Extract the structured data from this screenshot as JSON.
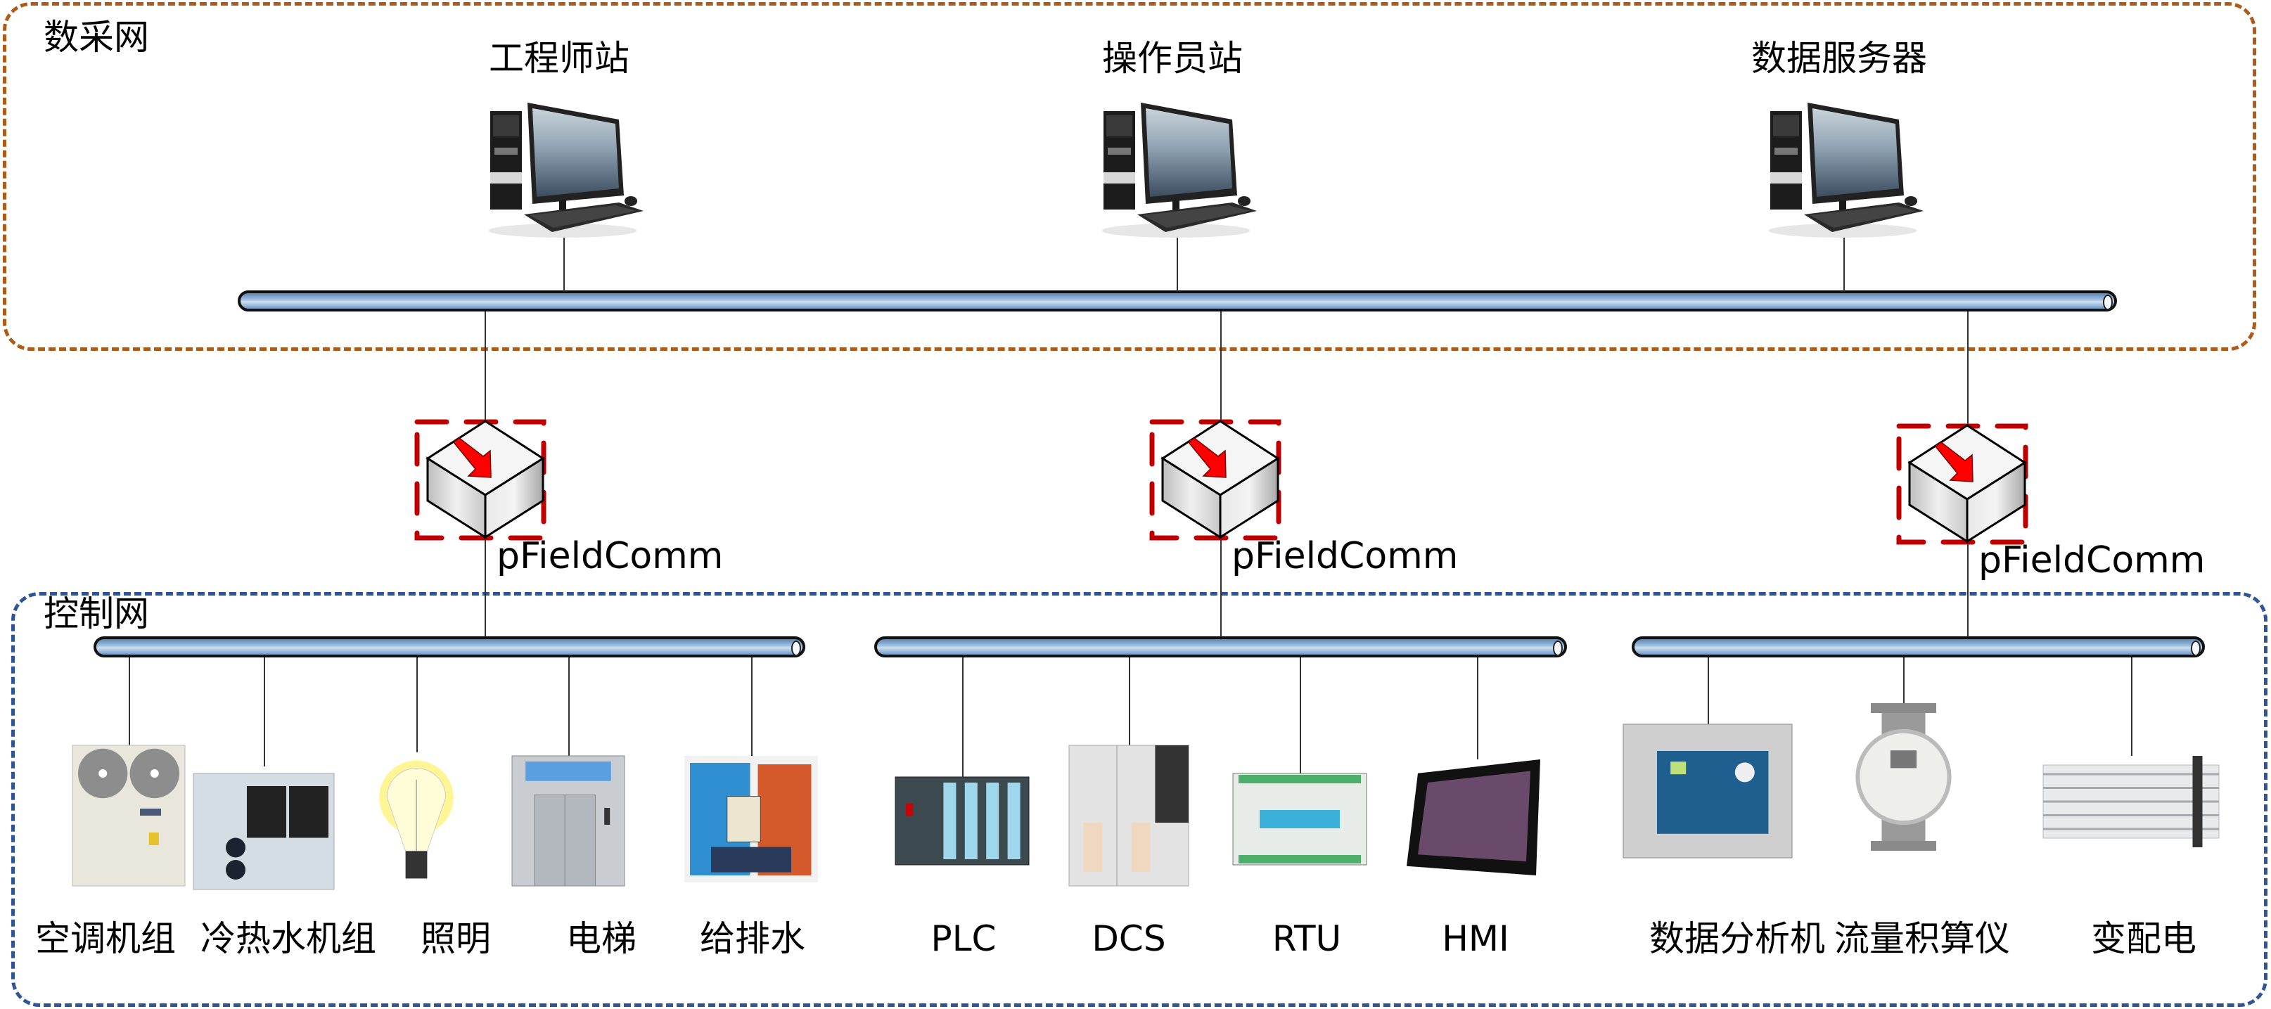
{
  "zones": {
    "data_network": {
      "label": "数采网",
      "border_color": "#b05a18"
    },
    "control_network": {
      "label": "控制网",
      "border_color": "#2f5597"
    }
  },
  "workstations": [
    {
      "label": "工程师站",
      "icon": "desktop-computer-icon"
    },
    {
      "label": "操作员站",
      "icon": "desktop-computer-icon"
    },
    {
      "label": "数据服务器",
      "icon": "desktop-computer-icon"
    }
  ],
  "gateways": [
    {
      "label": "pFieldComm",
      "icon": "gateway-switch-icon",
      "highlight_color": "#c00000"
    },
    {
      "label": "pFieldComm",
      "icon": "gateway-switch-icon",
      "highlight_color": "#c00000"
    },
    {
      "label": "pFieldComm",
      "icon": "gateway-switch-icon",
      "highlight_color": "#c00000"
    }
  ],
  "field_devices": [
    {
      "group": 1,
      "label": "空调机组",
      "icon": "air-conditioner-unit-icon"
    },
    {
      "group": 1,
      "label": "冷热水机组",
      "icon": "chiller-unit-icon"
    },
    {
      "group": 1,
      "label": "照明",
      "icon": "light-bulb-icon"
    },
    {
      "group": 1,
      "label": "电梯",
      "icon": "elevator-icon"
    },
    {
      "group": 1,
      "label": "给排水",
      "icon": "water-pump-station-icon"
    },
    {
      "group": 2,
      "label": "PLC",
      "icon": "plc-rack-icon"
    },
    {
      "group": 2,
      "label": "DCS",
      "icon": "dcs-cabinet-icon"
    },
    {
      "group": 2,
      "label": "RTU",
      "icon": "rtu-module-icon"
    },
    {
      "group": 2,
      "label": "HMI",
      "icon": "hmi-tablet-icon"
    },
    {
      "group": 3,
      "label": "数据分析机",
      "icon": "data-analyzer-icon"
    },
    {
      "group": 3,
      "label": "流量积算仪",
      "icon": "flow-totalizer-icon"
    },
    {
      "group": 3,
      "label": "变配电",
      "icon": "power-distribution-icon"
    }
  ],
  "colors": {
    "bus_fill": "#a9c5e3",
    "arrow": "#ff0000"
  }
}
